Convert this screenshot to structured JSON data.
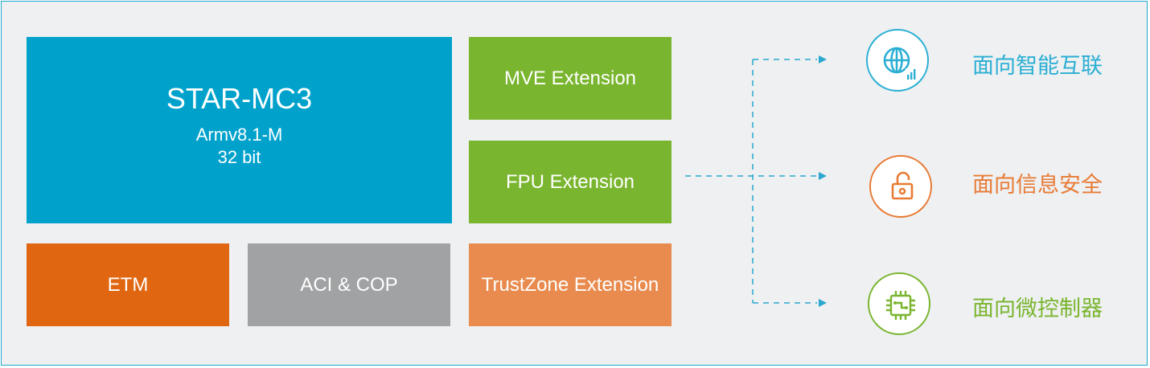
{
  "core": {
    "title": "STAR-MC3",
    "arch": "Armv8.1-M",
    "bits": "32 bit"
  },
  "extensions": {
    "mve": "MVE Extension",
    "fpu": "FPU Extension",
    "trustzone": "TrustZone Extension"
  },
  "modules": {
    "etm": "ETM",
    "aci": "ACI & COP"
  },
  "targets": [
    {
      "label": "面向智能互联",
      "icon": "globe-network-icon",
      "color": "#2bafd3"
    },
    {
      "label": "面向信息安全",
      "icon": "open-lock-icon",
      "color": "#e87b35"
    },
    {
      "label": "面向微控制器",
      "icon": "chip-icon",
      "color": "#7ab52f"
    }
  ],
  "colors": {
    "core_blue": "#00a2cc",
    "extension_green": "#7ab52f",
    "etm_orange": "#e06612",
    "aci_gray": "#a1a2a3",
    "trustzone_orange": "#e98b4e",
    "connector": "#2aa7cf"
  }
}
